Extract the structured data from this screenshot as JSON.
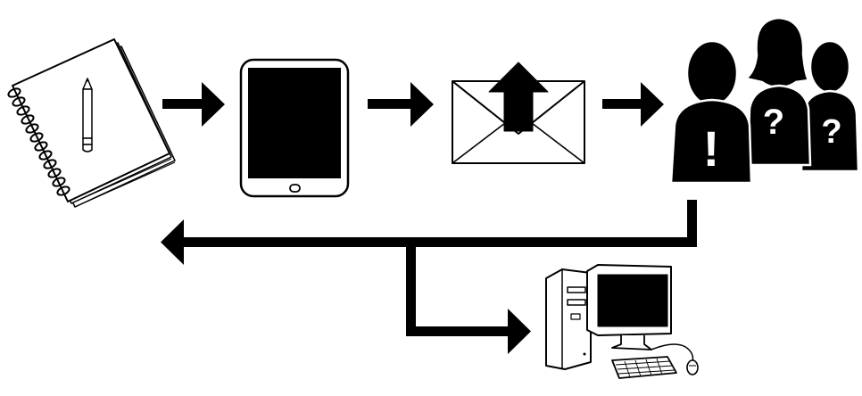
{
  "diagram": {
    "nodes": [
      {
        "id": "notebook",
        "icon": "notebook-pencil-icon"
      },
      {
        "id": "tablet",
        "icon": "tablet-icon"
      },
      {
        "id": "email",
        "icon": "envelope-upload-icon"
      },
      {
        "id": "people",
        "icon": "people-questions-icon"
      },
      {
        "id": "computer",
        "icon": "desktop-computer-icon"
      }
    ],
    "person_marks": [
      "!",
      "?",
      "?"
    ],
    "edges": [
      {
        "from": "notebook",
        "to": "tablet"
      },
      {
        "from": "tablet",
        "to": "email"
      },
      {
        "from": "email",
        "to": "people"
      },
      {
        "from": "people",
        "to": "notebook"
      },
      {
        "from": "people",
        "to": "computer"
      }
    ],
    "colors": {
      "ink": "#000000",
      "paper": "#ffffff"
    }
  }
}
